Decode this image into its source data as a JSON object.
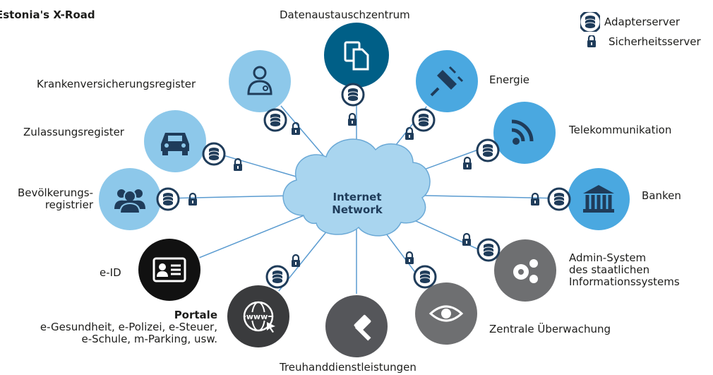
{
  "title": "Estonia's X-Road",
  "center": {
    "line1": "Internet",
    "line2": "Network"
  },
  "legend": {
    "adapter_label": "Adapterserver",
    "security_label": "Sicherheitsserver"
  },
  "nodes": {
    "datenaustausch": {
      "label": "Datenaustauschzentrum",
      "icon": "documents-icon",
      "color": "#005f87"
    },
    "kranken": {
      "label": "Krankenversicherungsregister",
      "icon": "doctor-icon",
      "color": "#8dc8ea"
    },
    "energie": {
      "label": "Energie",
      "icon": "plug-icon",
      "color": "#4aa8e0"
    },
    "zulassung": {
      "label": "Zulassungsregister",
      "icon": "car-icon",
      "color": "#8dc8ea"
    },
    "telekom": {
      "label": "Telekommunikation",
      "icon": "rss-icon",
      "color": "#4aa8e0"
    },
    "bevoelkerung": {
      "line1": "Bevölkerungs-",
      "line2": "registrier",
      "icon": "people-icon",
      "color": "#8dc8ea"
    },
    "banken": {
      "label": "Banken",
      "icon": "bank-icon",
      "color": "#4aa8e0"
    },
    "eid": {
      "label": "e-ID",
      "icon": "id-card-icon",
      "color": "#111111"
    },
    "admin": {
      "line1": "Admin-System",
      "line2": "des staatlichen",
      "line3": "Informationssystems",
      "icon": "gears-icon",
      "color": "#6e6f71"
    },
    "portale": {
      "title": "Portale",
      "line1": "e-Gesundheit, e-Polizei, e-Steuer,",
      "line2": "e-Schule, m-Parking, usw.",
      "icon": "www-icon",
      "color": "#3a3b3d"
    },
    "treuhand": {
      "label": "Treuhanddienstleistungen",
      "icon": "gavel-icon",
      "color": "#55565a"
    },
    "ueberwachung": {
      "label": "Zentrale Überwachung",
      "icon": "eye-icon",
      "color": "#6e6f71"
    }
  },
  "colors": {
    "line": "#5a9bd0",
    "cloud": "#a9d5ef",
    "cloud_edge": "#6ba9d6",
    "server": "#1f3c5a"
  }
}
